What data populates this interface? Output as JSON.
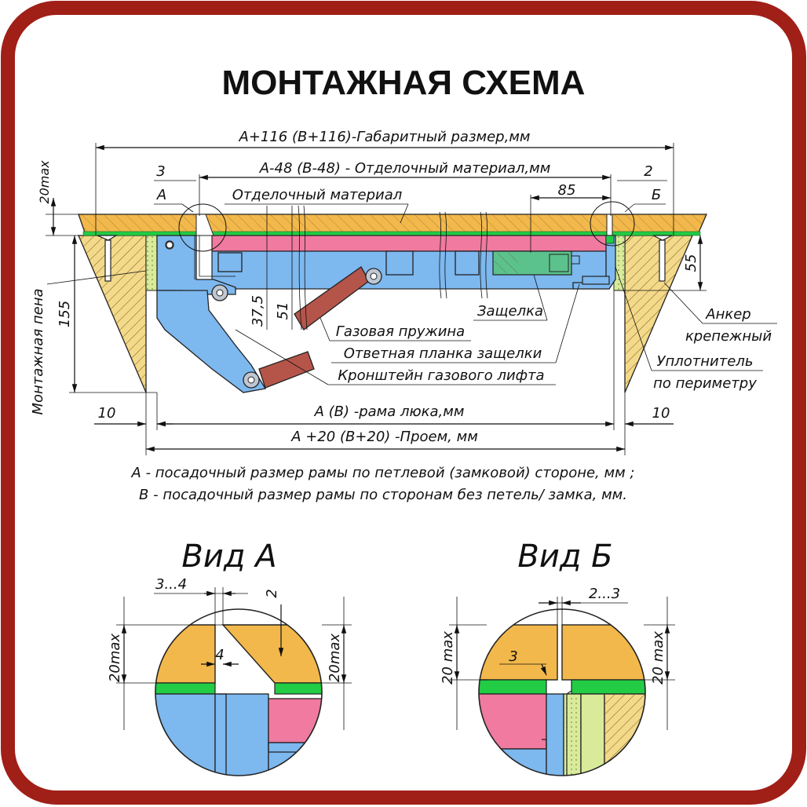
{
  "title": "МОНТАЖНАЯ СХЕМА",
  "colors": {
    "frame": "#a01f17",
    "finish": "#f2b84b",
    "wall": "#f3d98a",
    "green": "#22cc44",
    "pink": "#f07aa0",
    "blue": "#7db8ef",
    "spring": "#b5554a",
    "latch": "#5cc28d",
    "foam": "#d9eb9a"
  },
  "dimensions": {
    "overall": "А+116 (В+116)-Габаритный размер,мм",
    "finish_size": "А-48 (В-48) - Отделочный материал,мм",
    "gap_left": "3",
    "gap_right": "2",
    "view_a_marker": "А",
    "view_b_marker": "Б",
    "d85": "85",
    "d20max": "20max",
    "d55": "55",
    "d155": "155",
    "d37": "37,5",
    "d51": "51",
    "d10_left": "10",
    "d10_right": "10",
    "frame_size": "А (В) -рама люка,мм",
    "opening": "А +20 (В+20) -Проем, мм"
  },
  "labels": {
    "finish_material": "Отделочный материал",
    "foam": "Монтажная пена",
    "latch": "Защелка",
    "gas_spring": "Газовая пружина",
    "strike_plate": "Ответная планка защелки",
    "bracket": "Кронштейн газового лифта",
    "anchor_1": "Анкер",
    "anchor_2": "крепежный",
    "seal_1": "Уплотнитель",
    "seal_2": "по периметру"
  },
  "notes": {
    "line1": "А - посадочный размер рамы по петлевой (замковой) стороне, мм ;",
    "line2": "В - посадочный размер рамы по сторонам без петель/ замка, мм."
  },
  "view_a": {
    "title": "Вид А",
    "gap": "3...4",
    "d2": "2",
    "d4": "4",
    "left_20max": "20max",
    "right_20max": "20max"
  },
  "view_b": {
    "title": "Вид Б",
    "gap": "2...3",
    "d3": "3",
    "left_20max": "20 max",
    "right_20max": "20 max"
  }
}
